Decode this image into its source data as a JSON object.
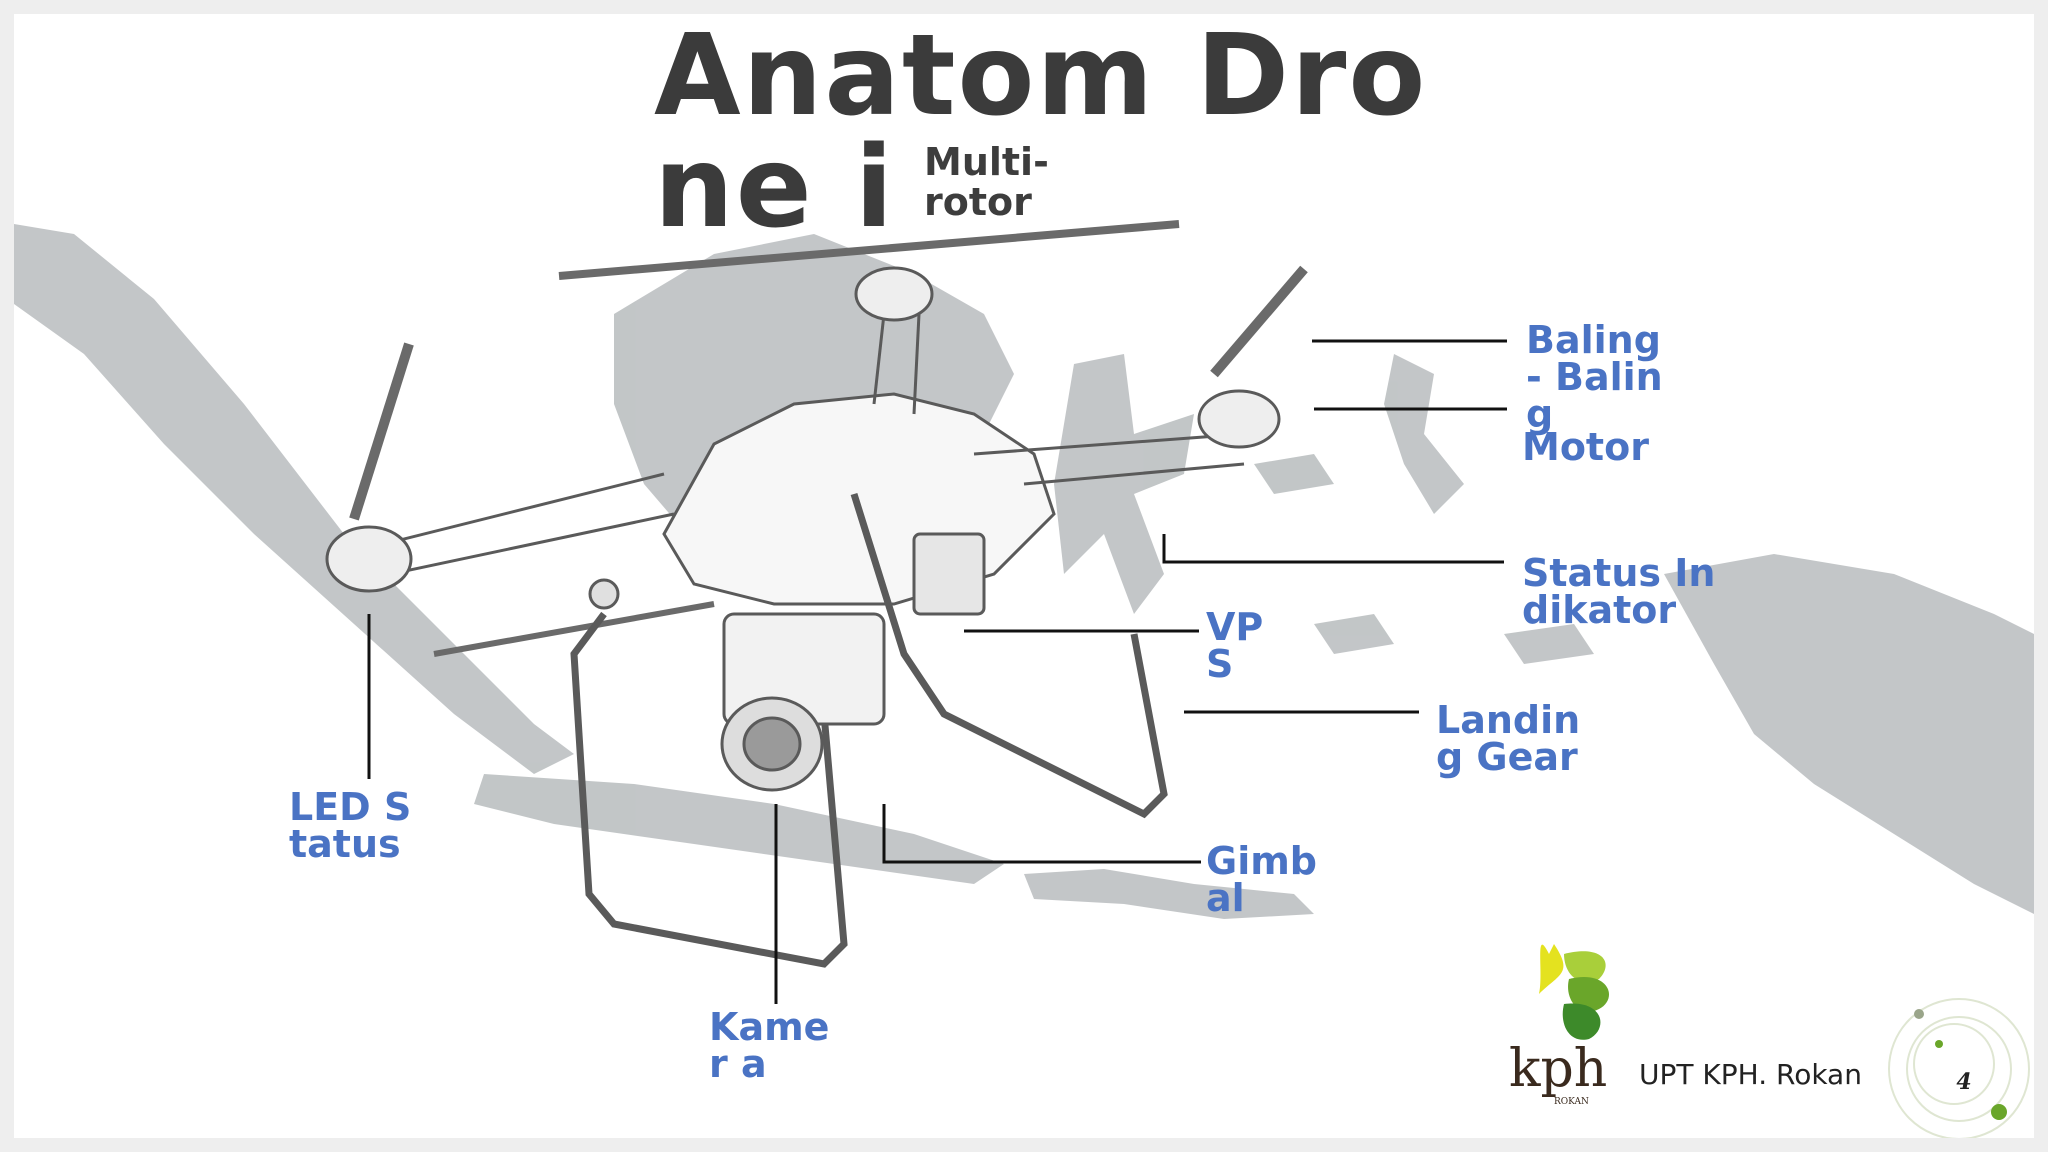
{
  "slide": {
    "title": "Anatom Drone i",
    "subtitle": "Multi-rotor",
    "labels": {
      "baling": "Baling - Baling",
      "motor": "Motor",
      "status_indikator": "Status Indikator",
      "vps": "VP S",
      "landing_gear": "Landing Gear",
      "gimbal": "Gimb al",
      "kamera": "Kamer a",
      "led_status": "LED Status"
    },
    "logo": {
      "text": "kph",
      "subtext": "ROKAN"
    },
    "footer": "UPT KPH. Rokan",
    "page_number": "4"
  },
  "colors": {
    "label_blue": "#4a73c4",
    "map_gray": "#bcc0c2",
    "title_gray": "#3b3b3b",
    "leaf_green": "#3d8a2a",
    "leaf_yellow": "#e4e21f"
  }
}
